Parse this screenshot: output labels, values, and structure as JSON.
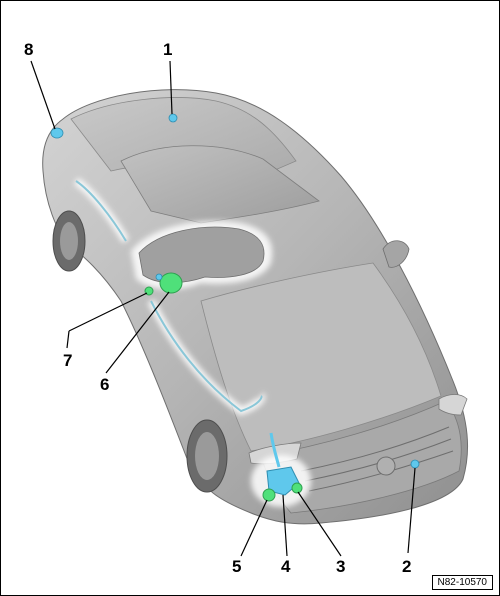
{
  "callouts": {
    "c1": "1",
    "c2": "2",
    "c3": "3",
    "c4": "4",
    "c5": "5",
    "c6": "6",
    "c7": "7",
    "c8": "8"
  },
  "reference_code": "N82-10570",
  "colors": {
    "car_body": "#b9b9b9",
    "car_shade": "#8c8c8c",
    "tank_green": "#4fe07a",
    "component_blue": "#5fc8ec",
    "glow": "#ffffff"
  }
}
